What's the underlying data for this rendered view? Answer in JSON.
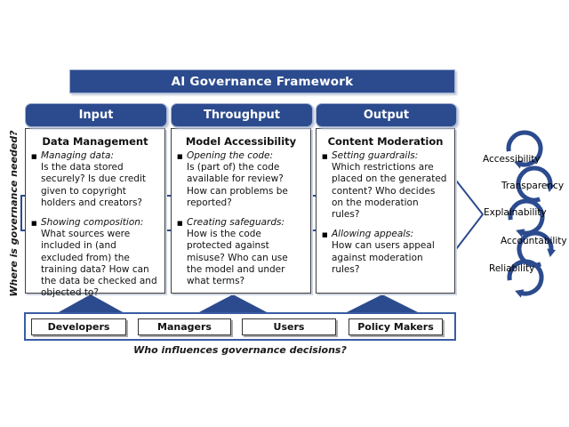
{
  "title": "AI Governance Framework",
  "left_question": "Where is governance needed?",
  "bottom_question": "Who influences governance decisions?",
  "columns": [
    {
      "header": "Input",
      "box_title": "Data Management",
      "items": [
        {
          "lead": "Managing data:",
          "text": "Is the data stored securely? Is due credit given to copyright holders and creators?"
        },
        {
          "lead": "Showing composition:",
          "text": "What sources were included in (and excluded from) the training data? How can the data be checked and objected to?"
        }
      ]
    },
    {
      "header": "Throughput",
      "box_title": "Model Accessibility",
      "items": [
        {
          "lead": "Opening the code:",
          "text": "Is (part of) the code available for review? How can problems be reported?"
        },
        {
          "lead": "Creating safeguards:",
          "text": "How is the code protected against misuse? Who can use the model and under what terms?"
        }
      ]
    },
    {
      "header": "Output",
      "box_title": "Content Moderation",
      "items": [
        {
          "lead": "Setting guardrails:",
          "text": "Which restrictions are placed on the generated content? Who decides on the moderation rules?"
        },
        {
          "lead": "Allowing appeals:",
          "text": "How can users appeal against moderation rules?"
        }
      ]
    }
  ],
  "stakeholders": [
    "Developers",
    "Managers",
    "Users",
    "Policy Makers"
  ],
  "values": [
    "Accessibility",
    "Transparency",
    "Explainability",
    "Accountability",
    "Reliability"
  ],
  "colors": {
    "navy": "#2c4b8e",
    "box_border": "#3f3f3f",
    "band_border": "#3b5ca3"
  }
}
